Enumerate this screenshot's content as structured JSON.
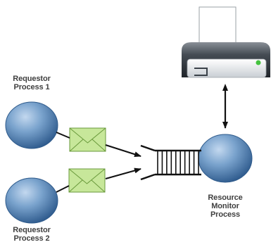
{
  "requestor1": {
    "line1": "Requestor",
    "line2": "Process 1"
  },
  "requestor2": {
    "line1": "Requestor",
    "line2": "Process 2"
  },
  "monitor": {
    "line1": "Resource",
    "line2": "Monitor",
    "line3": "Process"
  },
  "queue": {
    "slots": 10
  },
  "colors": {
    "process_fill": "#5f89b8",
    "process_edge": "#2f5b8c",
    "envelope_fill": "#c7e79a",
    "envelope_edge": "#6a9a3c",
    "printer_body": "#3a4149",
    "printer_panel": "#e7eaee",
    "printer_led": "#45c23f",
    "arrow": "#111111"
  },
  "icons": [
    "printer-icon",
    "envelope-icon",
    "queue-icon"
  ]
}
